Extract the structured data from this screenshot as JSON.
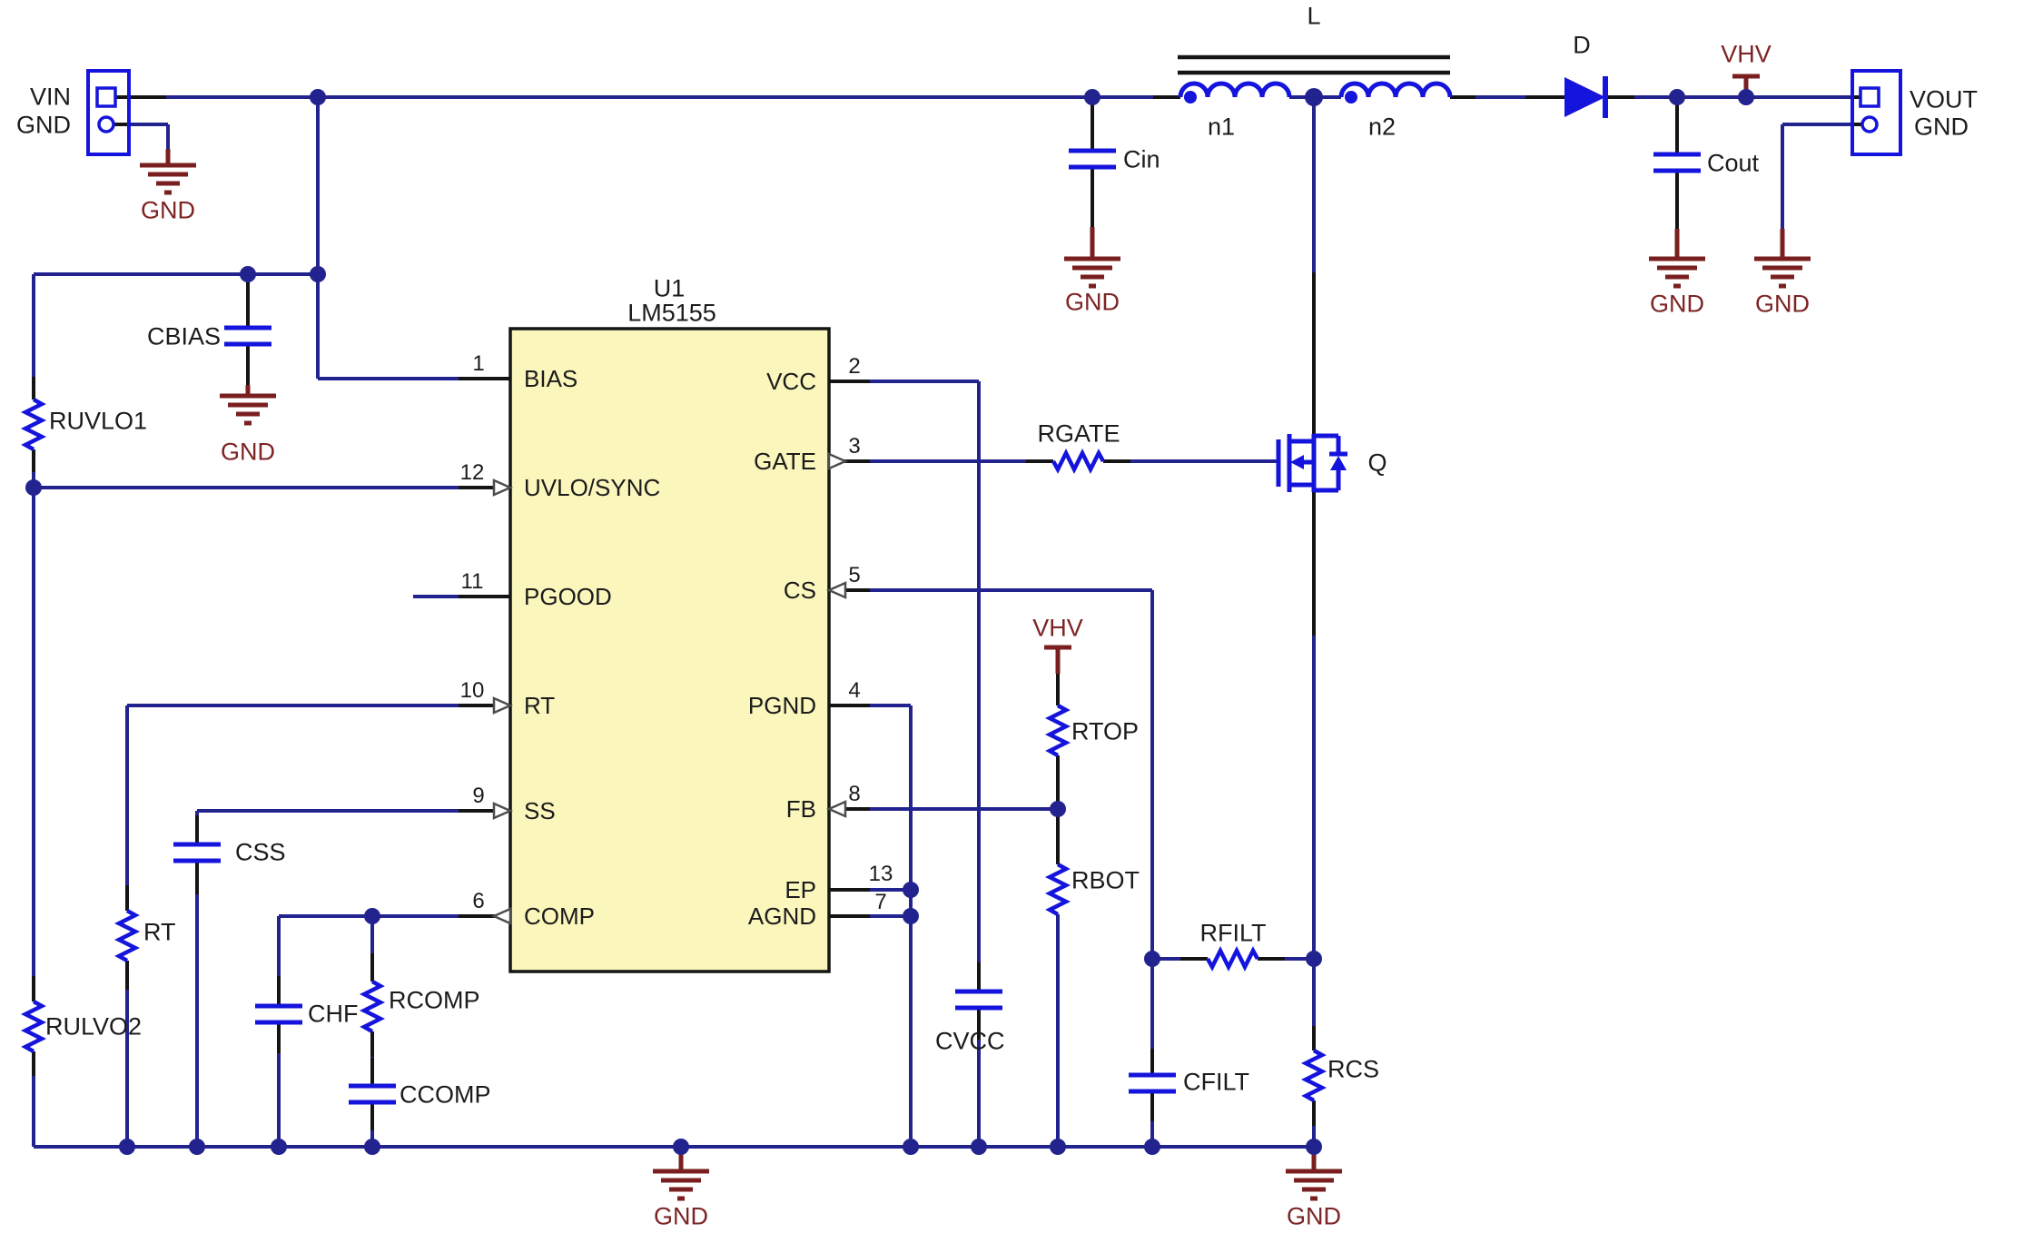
{
  "colors": {
    "wire": "#23238f",
    "component": "#1414dc",
    "ground": "#7a1f1f",
    "ground-text": "#7d2424",
    "ic-fill": "#faf6bc",
    "ic-border": "#151515",
    "text": "#1b1b1b",
    "stub": "#141414",
    "arrow": "#4d4d4d",
    "bg": "#ffffff"
  },
  "ic": {
    "ref": "U1",
    "part": "LM5155",
    "pins": {
      "p1": {
        "num": "1",
        "name": "BIAS"
      },
      "p2": {
        "num": "2",
        "name": "VCC"
      },
      "p3": {
        "num": "3",
        "name": "GATE"
      },
      "p4": {
        "num": "4",
        "name": "PGND"
      },
      "p5": {
        "num": "5",
        "name": "CS"
      },
      "p6": {
        "num": "6",
        "name": "COMP"
      },
      "p7": {
        "num": "7",
        "name": "AGND"
      },
      "p8": {
        "num": "8",
        "name": "FB"
      },
      "p9": {
        "num": "9",
        "name": "SS"
      },
      "p10": {
        "num": "10",
        "name": "RT"
      },
      "p11": {
        "num": "11",
        "name": "PGOOD"
      },
      "p12": {
        "num": "12",
        "name": "UVLO/SYNC"
      },
      "p13": {
        "num": "13",
        "name": "EP"
      }
    }
  },
  "connectors": {
    "input": {
      "p": "VIN",
      "n": "GND"
    },
    "output": {
      "p": "VOUT",
      "n": "GND"
    }
  },
  "nets": {
    "gnd": "GND",
    "vhv": "VHV"
  },
  "components": {
    "l": "L",
    "n1": "n1",
    "n2": "n2",
    "d": "D",
    "q": "Q",
    "cin": "Cin",
    "cout": "Cout",
    "cbias": "CBIAS",
    "ruvlo1": "RUVLO1",
    "rulvo2": "RULVO2",
    "rt": "RT",
    "css": "CSS",
    "chf": "CHF",
    "rcomp": "RCOMP",
    "ccomp": "CCOMP",
    "rgate": "RGATE",
    "rtop": "RTOP",
    "rbot": "RBOT",
    "cvcc": "CVCC",
    "rfilt": "RFILT",
    "cfilt": "CFILT",
    "rcs": "RCS"
  }
}
